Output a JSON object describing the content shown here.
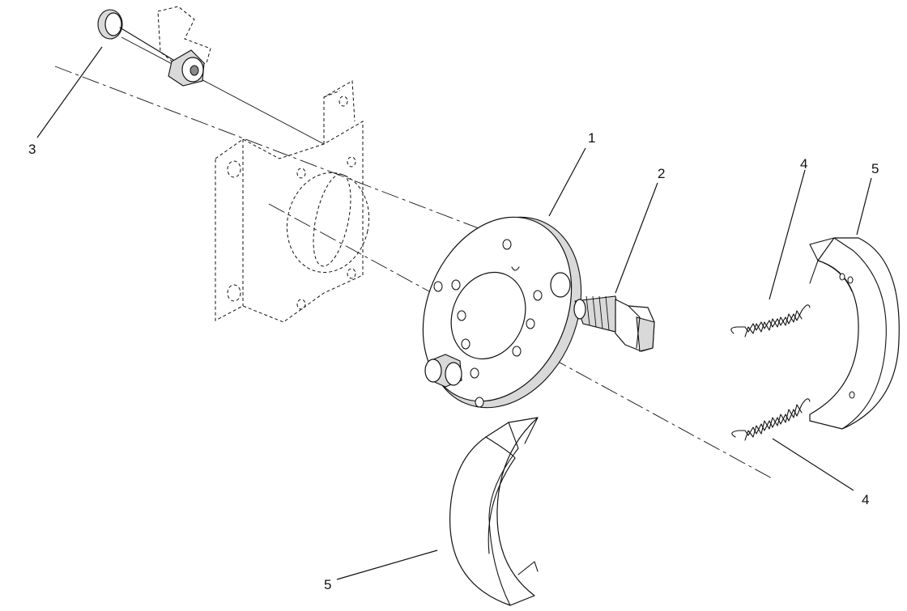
{
  "callouts": [
    {
      "id": "c1",
      "label": "1"
    },
    {
      "id": "c2",
      "label": "2"
    },
    {
      "id": "c3",
      "label": "3"
    },
    {
      "id": "c4a",
      "label": "4"
    },
    {
      "id": "c4b",
      "label": "4"
    },
    {
      "id": "c5a",
      "label": "5"
    },
    {
      "id": "c5b",
      "label": "5"
    }
  ]
}
